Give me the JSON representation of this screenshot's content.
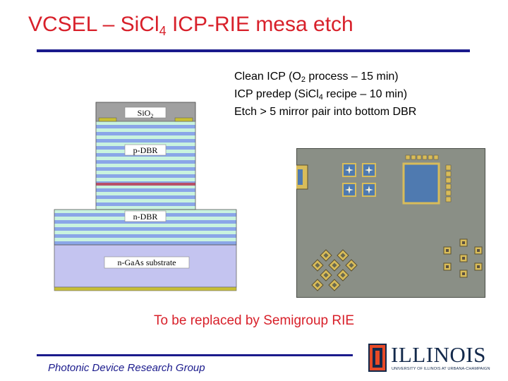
{
  "slide": {
    "title_main": "VCSEL – SiCl",
    "title_sub": "4",
    "title_rest": " ICP-RIE mesa etch"
  },
  "bullets": [
    {
      "pre": "Clean ICP (O",
      "sub": "2",
      "post": " process – 15 min)"
    },
    {
      "pre": "ICP predep (SiCl",
      "sub": "4",
      "post": " recipe – 10 min)"
    },
    {
      "pre": "Etch > 5 mirror pair into bottom DBR",
      "sub": "",
      "post": ""
    }
  ],
  "diagram": {
    "labels": {
      "oxide_main": "SiO",
      "oxide_sub": "2",
      "top_mirror": "p-DBR",
      "bottom_mirror": "n-DBR",
      "substrate": "n-GaAs substrate"
    },
    "colors": {
      "oxide": "#a0a0a0",
      "dbr_light": "#c9f3de",
      "dbr_blue": "#8aa6e8",
      "active": "#b85068",
      "substrate": "#c4c4f0",
      "contact": "#c8bf35"
    }
  },
  "micrograph": {
    "description_icon": "micrograph-image",
    "colors": {
      "background": "#8a8f86",
      "pad_gold": "#d8bc5a",
      "pad_blue": "#4f7ab0"
    }
  },
  "note": "To be replaced by Semigroup RIE",
  "footer": {
    "group": "Photonic Device Research Group",
    "logo_word": "ILLINOIS",
    "logo_sub": "UNIVERSITY OF ILLINOIS AT URBANA-CHAMPAIGN"
  },
  "theme": {
    "accent_red": "#d8202a",
    "rule_blue": "#1a1a8c"
  }
}
